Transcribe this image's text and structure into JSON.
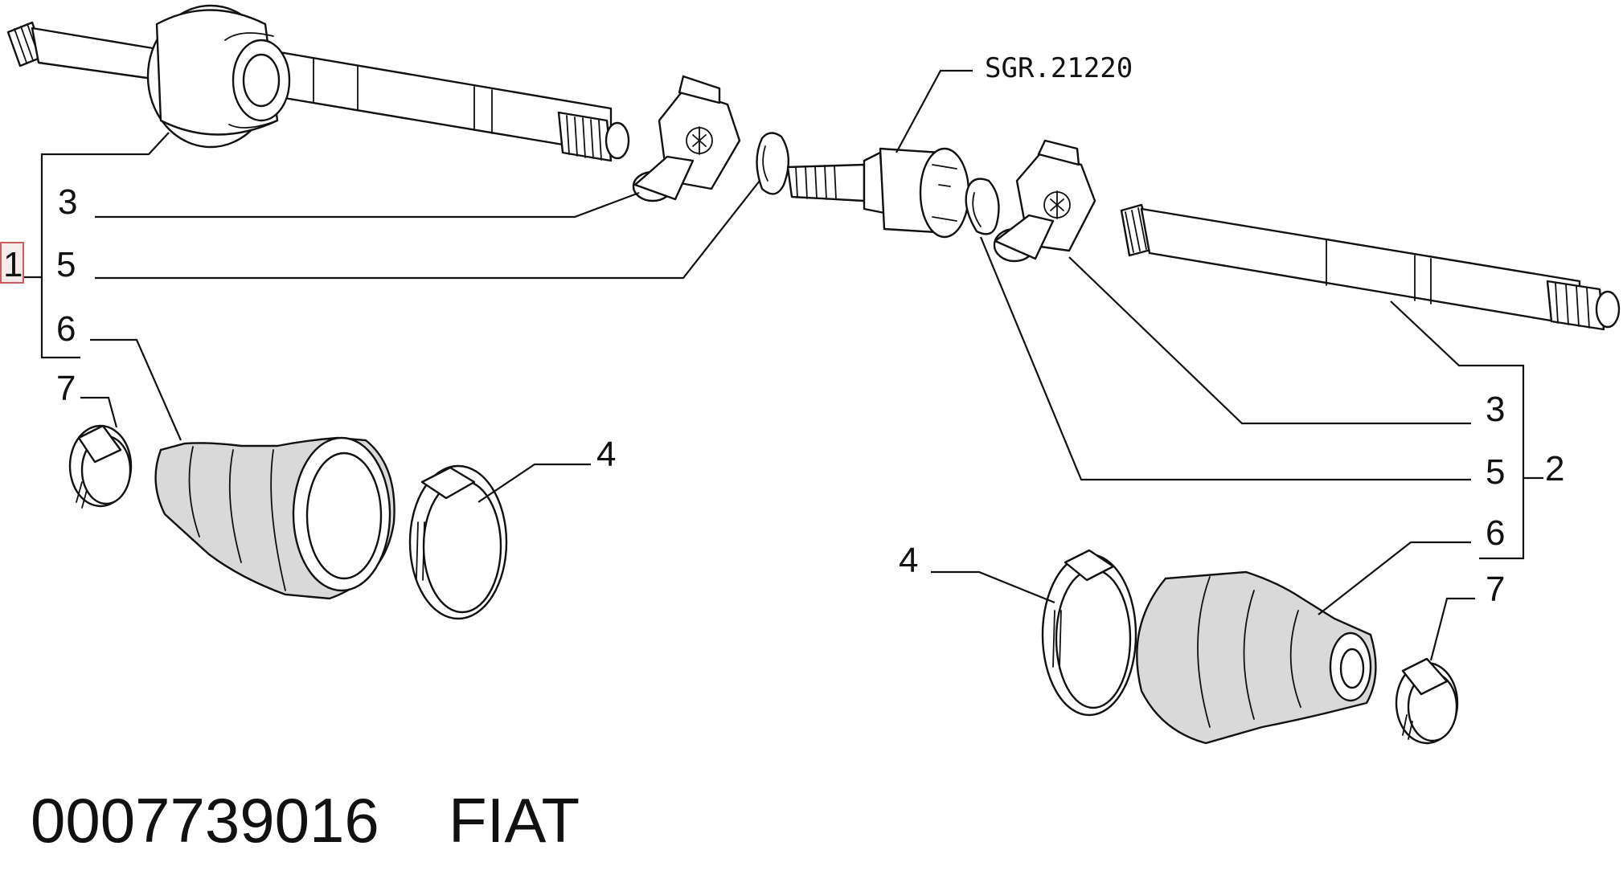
{
  "reference_label": "SGR.21220",
  "caption": {
    "part_number": "0007739016",
    "brand": "FIAT"
  },
  "left_assembly": {
    "group_number": "1",
    "callouts": [
      "3",
      "5",
      "6",
      "7",
      "4"
    ]
  },
  "right_assembly": {
    "group_number": "2",
    "callouts": [
      "3",
      "5",
      "6",
      "7",
      "4"
    ]
  },
  "colors": {
    "ink": "#111111",
    "highlight_border": "#c96060",
    "highlight_fill": "#f7eaea",
    "boot_shade": "#d9d9d9"
  }
}
